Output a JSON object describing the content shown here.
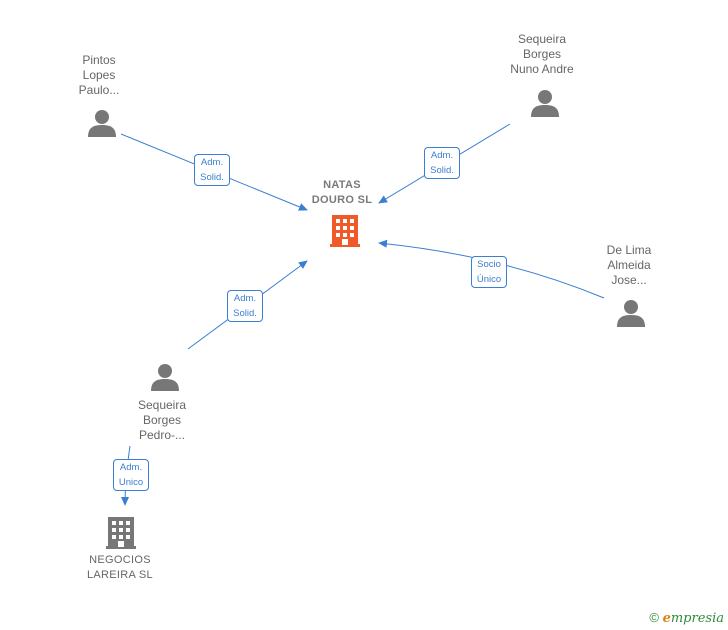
{
  "nodes": {
    "pintos": {
      "name": "Pintos\nLopes\nPaulo..."
    },
    "nuno": {
      "name": "Sequeira\nBorges\nNuno Andre"
    },
    "delima": {
      "name": "De Lima\nAlmeida\nJose..."
    },
    "pedro": {
      "name": "Sequeira\nBorges\nPedro-..."
    },
    "natas": {
      "name": "NATAS\nDOURO  SL"
    },
    "negocios": {
      "name": "NEGOCIOS\nLAREIRA  SL"
    }
  },
  "edges": {
    "pintos_natas": {
      "label": "Adm.\nSolid."
    },
    "nuno_natas": {
      "label": "Adm.\nSolid."
    },
    "delima_natas": {
      "label": "Socio\nÚnico"
    },
    "pedro_natas": {
      "label": "Adm.\nSolid."
    },
    "pedro_negocios": {
      "label": "Adm.\nUnico"
    }
  },
  "footer": {
    "copyright": "©",
    "brand_e": "e",
    "brand_rest": "mpresia"
  },
  "colors": {
    "edge": "#3a7fd0",
    "main_company": "#f05a28",
    "person": "#777777",
    "company": "#777777"
  }
}
